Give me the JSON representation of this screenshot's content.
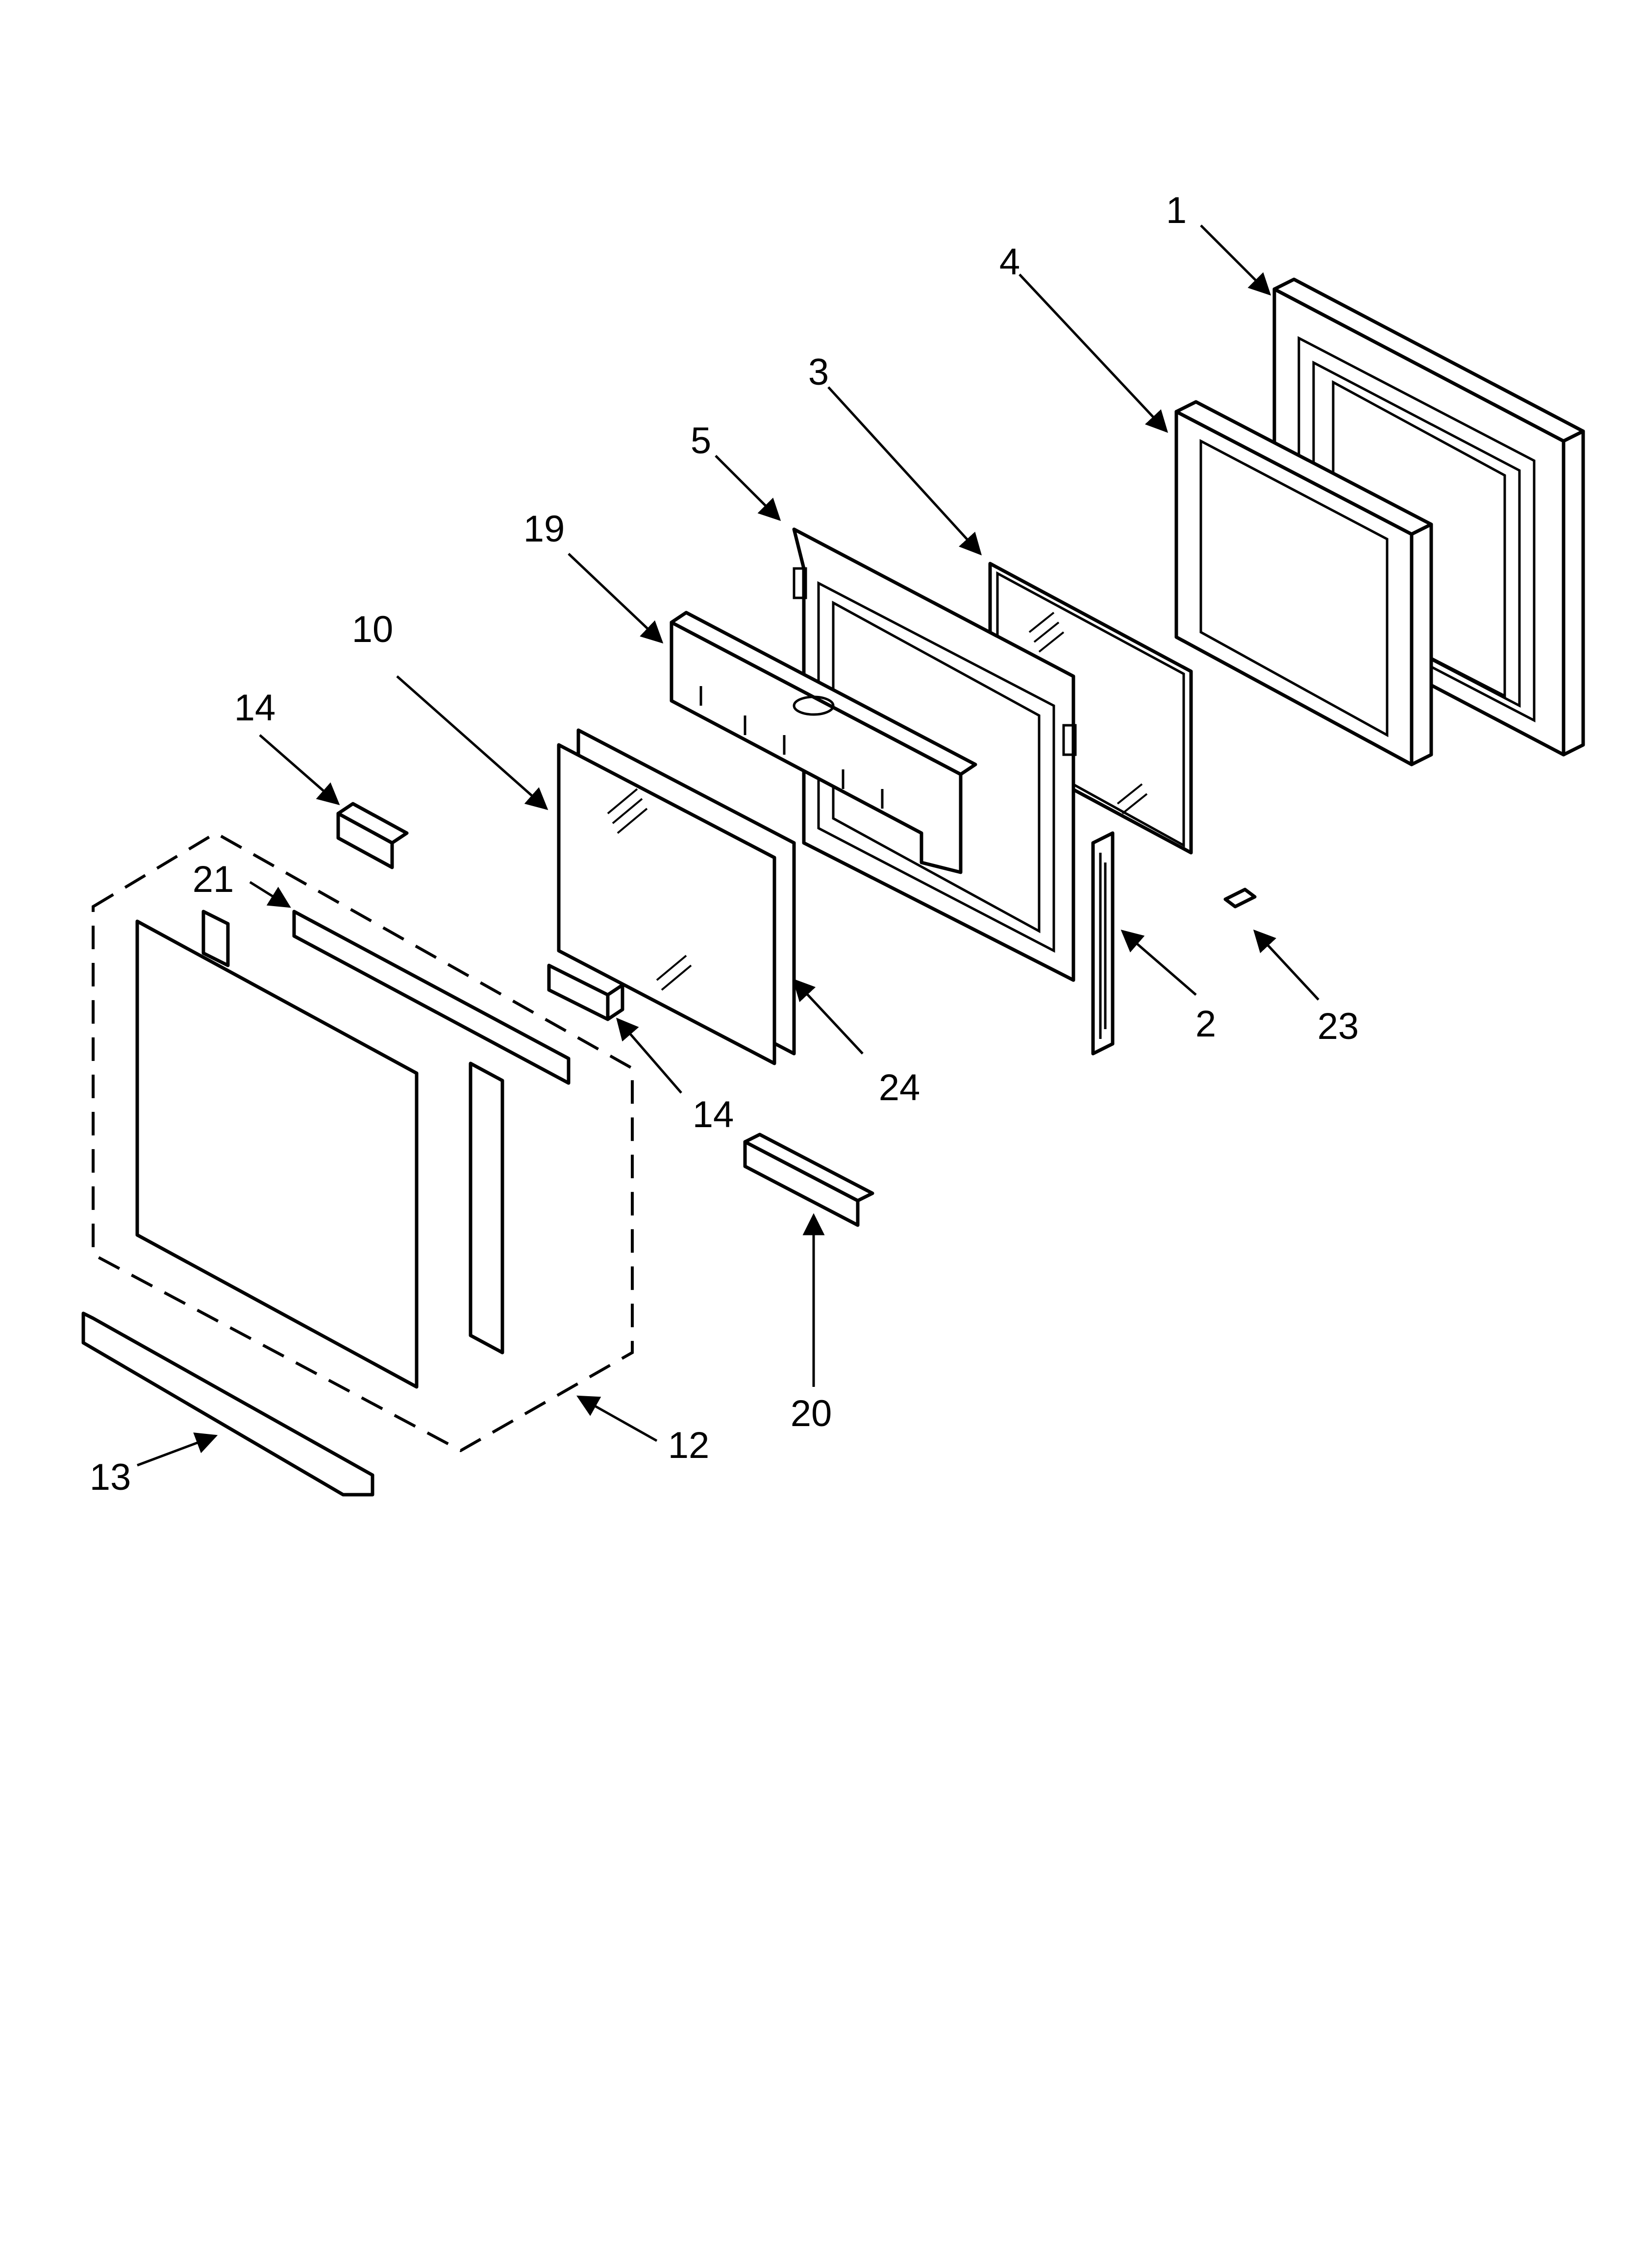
{
  "diagram": {
    "callouts": [
      {
        "id": "c1",
        "label": "1"
      },
      {
        "id": "c4",
        "label": "4"
      },
      {
        "id": "c3",
        "label": "3"
      },
      {
        "id": "c5",
        "label": "5"
      },
      {
        "id": "c19",
        "label": "19"
      },
      {
        "id": "c10",
        "label": "10"
      },
      {
        "id": "c14a",
        "label": "14"
      },
      {
        "id": "c21",
        "label": "21"
      },
      {
        "id": "c2",
        "label": "2"
      },
      {
        "id": "c23",
        "label": "23"
      },
      {
        "id": "c24",
        "label": "24"
      },
      {
        "id": "c14b",
        "label": "14"
      },
      {
        "id": "c20",
        "label": "20"
      },
      {
        "id": "c12",
        "label": "12"
      },
      {
        "id": "c13",
        "label": "13"
      }
    ]
  }
}
